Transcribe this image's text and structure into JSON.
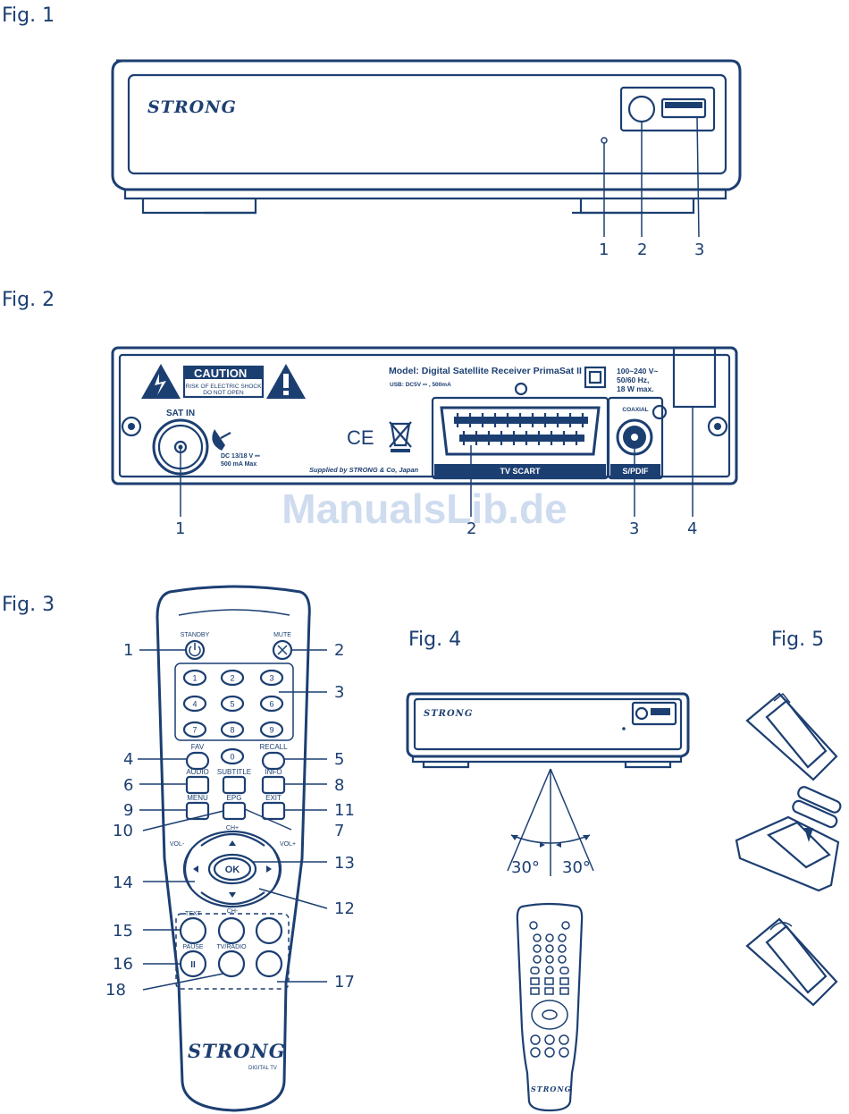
{
  "figures": {
    "fig1": "Fig. 1",
    "fig2": "Fig. 2",
    "fig3": "Fig. 3",
    "fig4": "Fig. 4",
    "fig5": "Fig. 5"
  },
  "front_panel": {
    "logo": "STRONG",
    "callouts": [
      "1",
      "2",
      "3"
    ]
  },
  "rear_panel": {
    "caution_title": "CAUTION",
    "caution_line1": "RISK OF ELECTRIC SHOCK",
    "caution_line2": "DO NOT OPEN",
    "model": "Model: Digital Satellite Receiver PrimaSat II",
    "usb": "USB: DC5V ⎓ , 500mA",
    "power_line1": "100~240 V~",
    "power_line2": "50/60 Hz,",
    "power_line3": "18 W max.",
    "sat_in": "SAT IN",
    "dc_line1": "DC 13/18 V ⎓",
    "dc_line2": "500 mA Max",
    "ce": "CE",
    "supplied": "Supplied by STRONG & Co, Japan",
    "tv_scart": "TV SCART",
    "coaxial": "COAXIAL",
    "spdif": "S/PDIF",
    "callouts": [
      "1",
      "2",
      "3",
      "4"
    ]
  },
  "watermark": "ManualsLib.de",
  "remote": {
    "standby": "STANDBY",
    "mute": "MUTE",
    "digits": [
      "1",
      "2",
      "3",
      "4",
      "5",
      "6",
      "7",
      "8",
      "9",
      "0"
    ],
    "fav": "FAV",
    "recall": "RECALL",
    "audio": "AUDIO",
    "subtitle": "SUBTITLE",
    "info": "INFO",
    "menu": "MENU",
    "epg": "EPG",
    "exit": "EXIT",
    "ch_plus": "CH+",
    "ch_minus": "CH-",
    "vol_minus": "VOL-",
    "vol_plus": "VOL+",
    "ok": "OK",
    "text": "TEXT",
    "pause": "PAUSE",
    "pause_symbol": "II",
    "tv_radio": "TV/RADIO",
    "logo": "STRONG",
    "logo_sub": "DIGITAL TV",
    "callouts": [
      "1",
      "2",
      "3",
      "4",
      "5",
      "6",
      "7",
      "8",
      "9",
      "10",
      "11",
      "12",
      "13",
      "14",
      "15",
      "16",
      "17",
      "18"
    ]
  },
  "fig4": {
    "logo": "STRONG",
    "angle_left": "30°",
    "angle_right": "30°"
  }
}
